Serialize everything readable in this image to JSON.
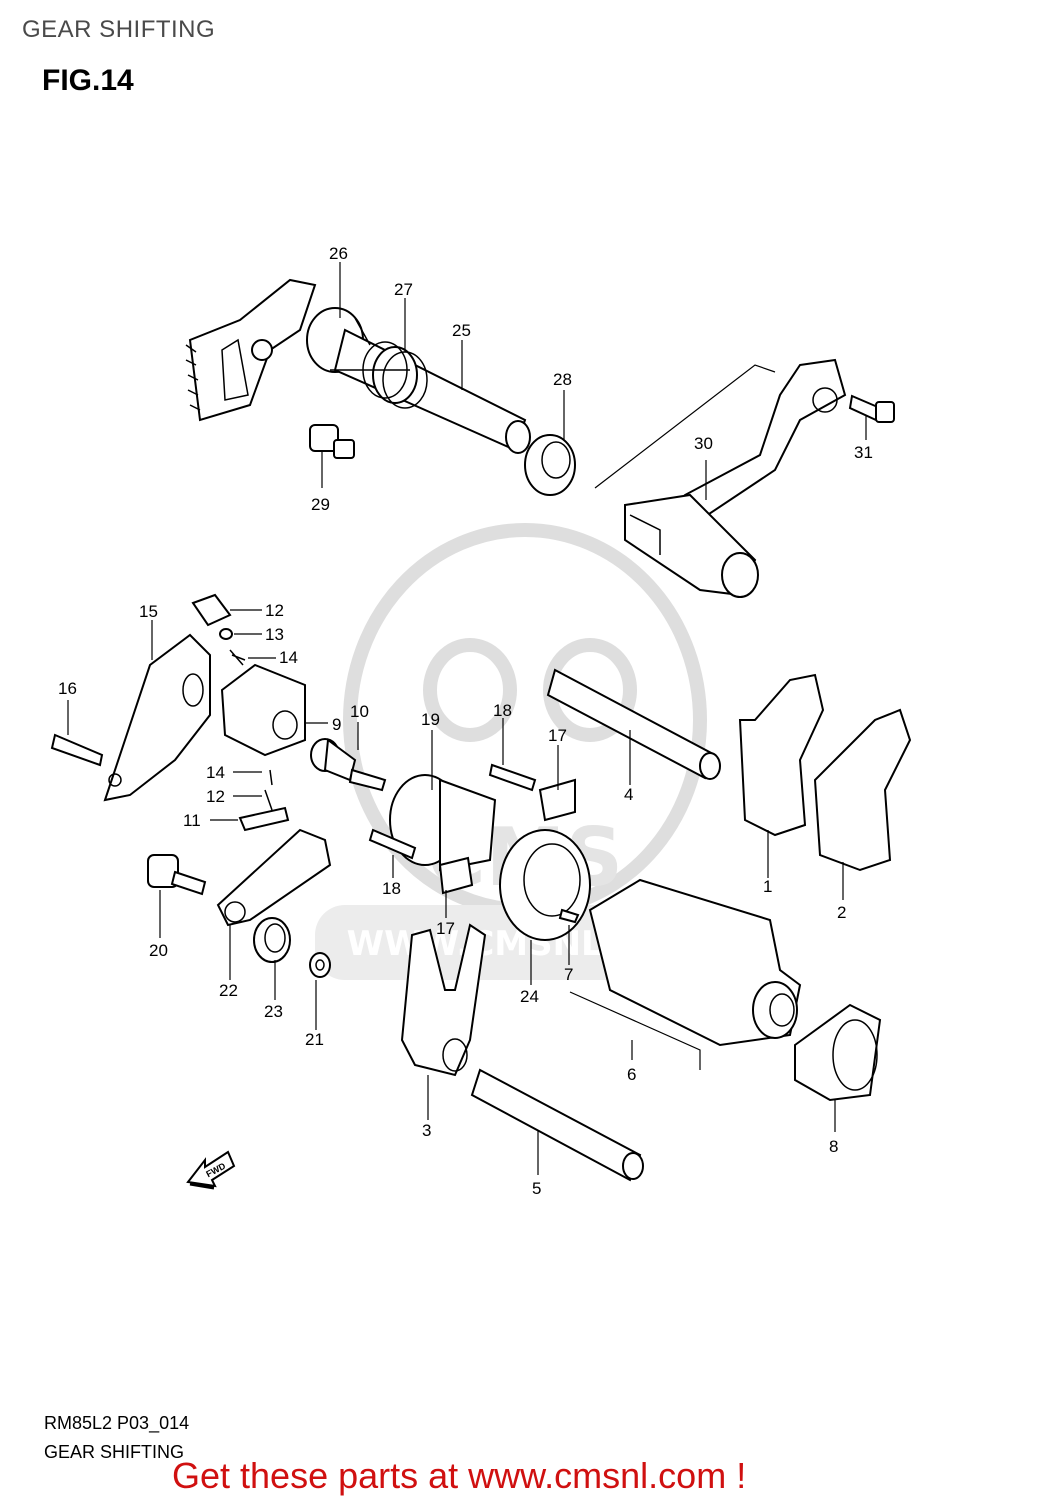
{
  "header": {
    "title": "GEAR SHIFTING"
  },
  "figure": {
    "number": "FIG.14"
  },
  "watermark": {
    "brand": "CMS",
    "url": "WWW.CMSNL.COM"
  },
  "diagram": {
    "fwd_arrow_label": "FWD",
    "callouts": [
      "1",
      "2",
      "3",
      "4",
      "5",
      "6",
      "7",
      "8",
      "9",
      "10",
      "11",
      "12",
      "12",
      "13",
      "14",
      "14",
      "15",
      "16",
      "17",
      "17",
      "18",
      "18",
      "19",
      "20",
      "21",
      "22",
      "23",
      "24",
      "25",
      "26",
      "27",
      "28",
      "29",
      "30",
      "31"
    ]
  },
  "footer": {
    "code": "RM85L2 P03_014",
    "title": "GEAR SHIFTING",
    "cta": "Get these parts at www.cmsnl.com !",
    "cta_color": "#d01010"
  }
}
